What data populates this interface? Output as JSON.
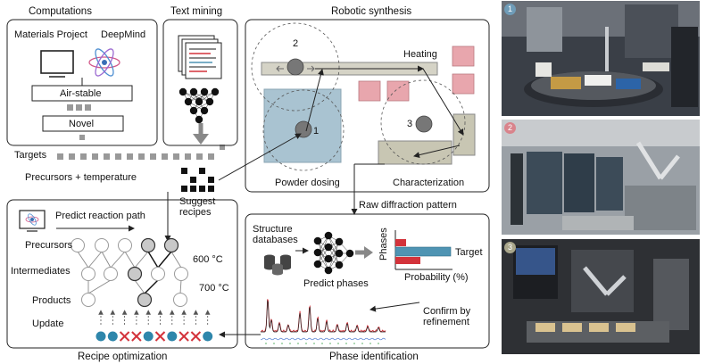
{
  "computations": {
    "title": "Computations",
    "source_a": "Materials Project",
    "source_b": "DeepMind",
    "filter_1": "Air-stable",
    "filter_2": "Novel",
    "targets": "Targets",
    "precursors_temp": "Precursors + temperature"
  },
  "text_mining": {
    "title": "Text mining"
  },
  "robotic": {
    "title": "Robotic synthesis",
    "heating": "Heating",
    "powder_dosing": "Powder dosing",
    "characterization": "Characterization",
    "station_1": "1",
    "station_2": "2",
    "station_3": "3"
  },
  "recipe": {
    "suggest": "Suggest\nrecipes",
    "predict_path": "Predict reaction path",
    "precursors": "Precursors",
    "intermediates": "Intermediates",
    "products": "Products",
    "update": "Update",
    "temp_1": "600 °C",
    "temp_2": "700 °C",
    "title": "Recipe optimization"
  },
  "phase": {
    "raw_pattern": "Raw diffraction pattern",
    "databases": "Structure\ndatabases",
    "predict": "Predict phases",
    "phases_axis": "Phases",
    "target": "Target",
    "prob_axis": "Probability (%)",
    "confirm": "Confirm by\nrefinement",
    "title": "Phase identification"
  },
  "photos": {
    "badge_1": "1",
    "badge_2": "2",
    "badge_3": "3"
  },
  "colors": {
    "box_stroke": "#222222",
    "pink": "#e8a6ad",
    "steel": "#a9c3d1",
    "olive": "#c8c6b3",
    "teal": "#2e86ab",
    "red": "#d3333b",
    "bar_blue": "#4f94b3",
    "grey_node": "#c9c9c9"
  },
  "update_marks": [
    "o",
    "o",
    "x",
    "x",
    "o",
    "x",
    "o",
    "x",
    "x",
    "o"
  ]
}
